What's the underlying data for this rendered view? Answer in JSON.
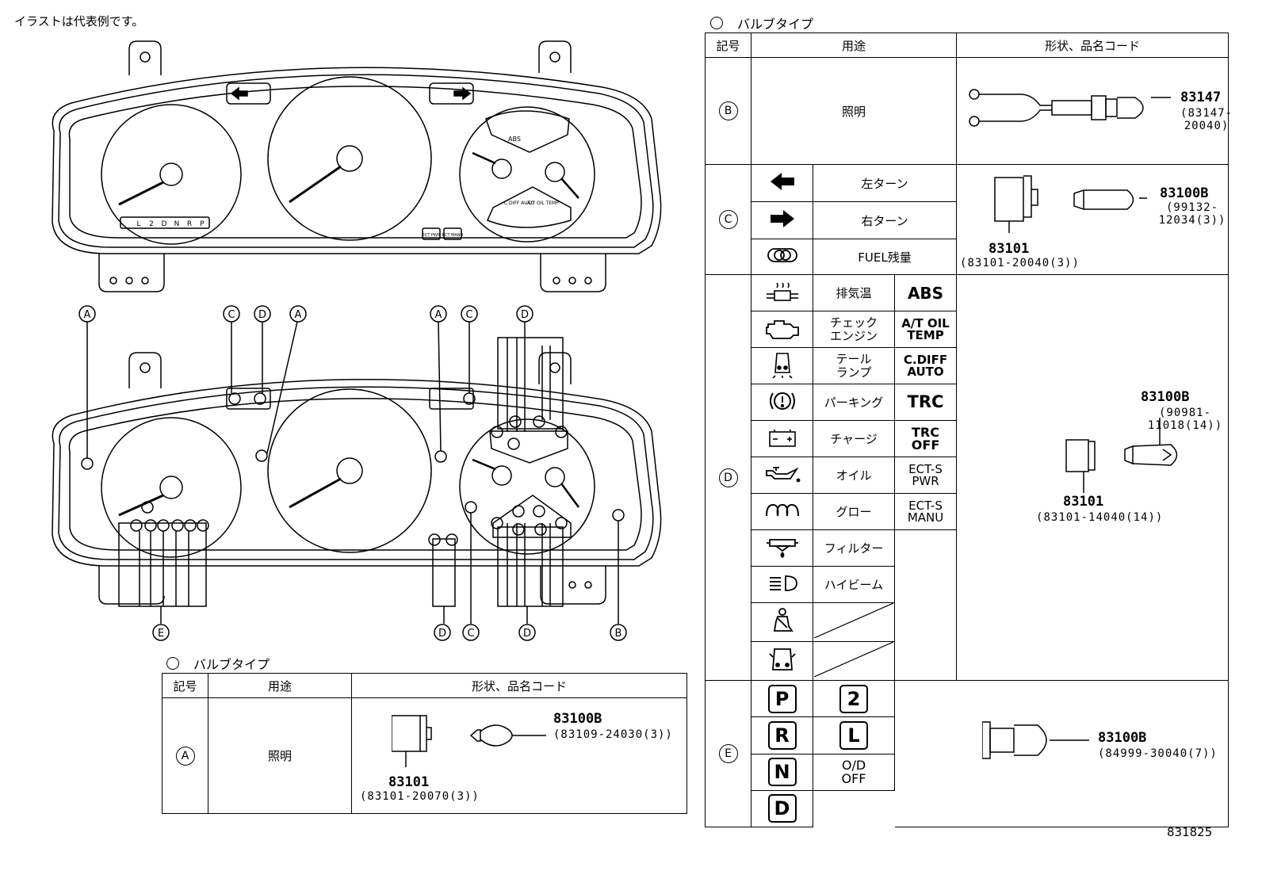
{
  "note": "イラストは代表例です。",
  "figure_number": "831825",
  "bulb_type_title": "バルブタイプ",
  "headers": {
    "symbol": "記号",
    "usage": "用途",
    "shape": "形状、品名コード"
  },
  "callout_letters": {
    "A": "A",
    "B": "B",
    "C": "C",
    "D": "D",
    "E": "E"
  },
  "cluster_text": {
    "abs": "ABS",
    "cdiff": "C.DIFF AUTO",
    "atoil": "A/T OIL TEMP",
    "ect_pwr": "ECT PWR",
    "ect_manu": "ECT MANU",
    "gears": [
      "L",
      "2",
      "D",
      "N",
      "R",
      "P"
    ]
  },
  "table_a": {
    "symbol": "A",
    "usage": "照明",
    "bulb_pn": "83100B",
    "bulb_code": "(83109-24030(3))",
    "socket_pn": "83101",
    "socket_code": "(83101-20070(3))"
  },
  "table_b": {
    "symbol": "B",
    "usage": "照明",
    "pn": "83147",
    "code": "(83147-20040)"
  },
  "table_c": {
    "symbol": "C",
    "items": [
      "左ターン",
      "右ターン",
      "FUEL残量"
    ],
    "icons": [
      "left-turn-icon",
      "right-turn-icon",
      "fuel-level-icon"
    ],
    "bulb_pn": "83100B",
    "bulb_code": "(99132-12034(3))",
    "socket_pn": "83101",
    "socket_code": "(83101-20040(3))"
  },
  "table_d": {
    "symbol": "D",
    "items": [
      {
        "icon": "exhaust-temp-icon",
        "label": "排気温",
        "ind": "ABS"
      },
      {
        "icon": "check-engine-icon",
        "label": "チェック\nエンジン",
        "ind": "A/T OIL\nTEMP"
      },
      {
        "icon": "tail-lamp-icon",
        "label": "テール\nランプ",
        "ind": "C.DIFF\nAUTO"
      },
      {
        "icon": "parking-brake-icon",
        "label": "パーキング",
        "ind": "TRC"
      },
      {
        "icon": "charge-icon",
        "label": "チャージ",
        "ind": "TRC\nOFF"
      },
      {
        "icon": "oil-icon",
        "label": "オイル",
        "ind": "ECT-S\nPWR"
      },
      {
        "icon": "glow-icon",
        "label": "グロー",
        "ind": "ECT-S\nMANU"
      },
      {
        "icon": "filter-icon",
        "label": "フィルター",
        "ind": ""
      },
      {
        "icon": "high-beam-icon",
        "label": "ハイビーム",
        "ind": ""
      },
      {
        "icon": "seatbelt-icon",
        "label": "",
        "ind": ""
      },
      {
        "icon": "door-icon",
        "label": "",
        "ind": ""
      }
    ],
    "bulb_pn": "83100B",
    "bulb_code": "(90981-11018(14))",
    "socket_pn": "83101",
    "socket_code": "(83101-14040(14))"
  },
  "table_e": {
    "symbol": "E",
    "left": [
      "P",
      "R",
      "N",
      "D"
    ],
    "right": [
      "2",
      "L",
      "O/D\nOFF"
    ],
    "bulb_pn": "83100B",
    "bulb_code": "(84999-30040(7))"
  }
}
